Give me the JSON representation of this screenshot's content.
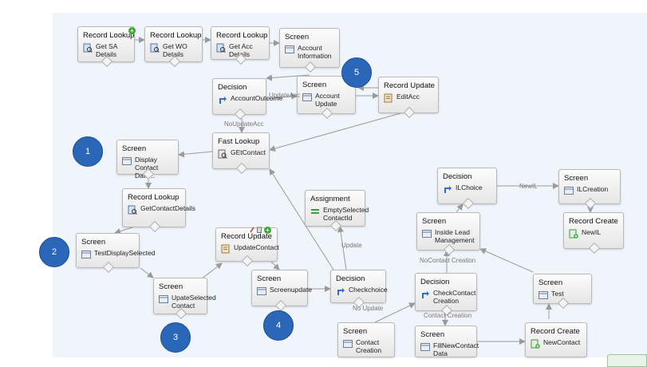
{
  "nodes": {
    "n1": {
      "type": "Record Lookup",
      "label": "Get SA Details"
    },
    "n2": {
      "type": "Record Lookup",
      "label": "Get WO Details"
    },
    "n3": {
      "type": "Record Lookup",
      "label": "Get Acc Details"
    },
    "n4": {
      "type": "Screen",
      "label": "Account Information"
    },
    "n5": {
      "type": "Decision",
      "label": "AccountOutcome"
    },
    "n6": {
      "type": "Screen",
      "label": "Account Update"
    },
    "n7": {
      "type": "Record Update",
      "label": "EditAcc"
    },
    "n8": {
      "type": "Fast Lookup",
      "label": "GEtContact"
    },
    "n9": {
      "type": "Screen",
      "label": "Display Contact Data..."
    },
    "n10": {
      "type": "Record Lookup",
      "label": "GetContactDetails"
    },
    "n11": {
      "type": "Screen",
      "label": "TestDisplaySelected"
    },
    "n12": {
      "type": "Screen",
      "label": "UpateSelected Contact"
    },
    "n13": {
      "type": "Record Update",
      "label": "UpdateContact"
    },
    "n14": {
      "type": "Screen",
      "label": "Screenupdate"
    },
    "n15": {
      "type": "Decision",
      "label": "Checkchoice"
    },
    "n16": {
      "type": "Assignment",
      "label": "EmptySelected ContactId"
    },
    "n17": {
      "type": "Screen",
      "label": "Contact Creation"
    },
    "n18": {
      "type": "Decision",
      "label": "CheckContact Creation"
    },
    "n19": {
      "type": "Screen",
      "label": "FillNewContact Data"
    },
    "n20": {
      "type": "Record Create",
      "label": "NewContact"
    },
    "n21": {
      "type": "Screen",
      "label": "Test"
    },
    "n22": {
      "type": "Screen",
      "label": "Inside Lead Management"
    },
    "n23": {
      "type": "Decision",
      "label": "ILChoice"
    },
    "n24": {
      "type": "Screen",
      "label": "ILCreation"
    },
    "n25": {
      "type": "Record Create",
      "label": "NewIL"
    }
  },
  "edge_labels": {
    "update_acc": "UpdateAcc",
    "no_update_acc": "NoUpdateAcc",
    "update": "Update",
    "no_update": "No Update",
    "no_contact_creation": "NoContact Creation",
    "contact_creation": "Contact Creation",
    "new_il": "NewIL"
  },
  "callouts": [
    "1",
    "2",
    "3",
    "4",
    "5"
  ],
  "colors": {
    "canvas": "#f0f5fb",
    "callout": "#2a67b8",
    "connector": "#9a9a9a"
  }
}
